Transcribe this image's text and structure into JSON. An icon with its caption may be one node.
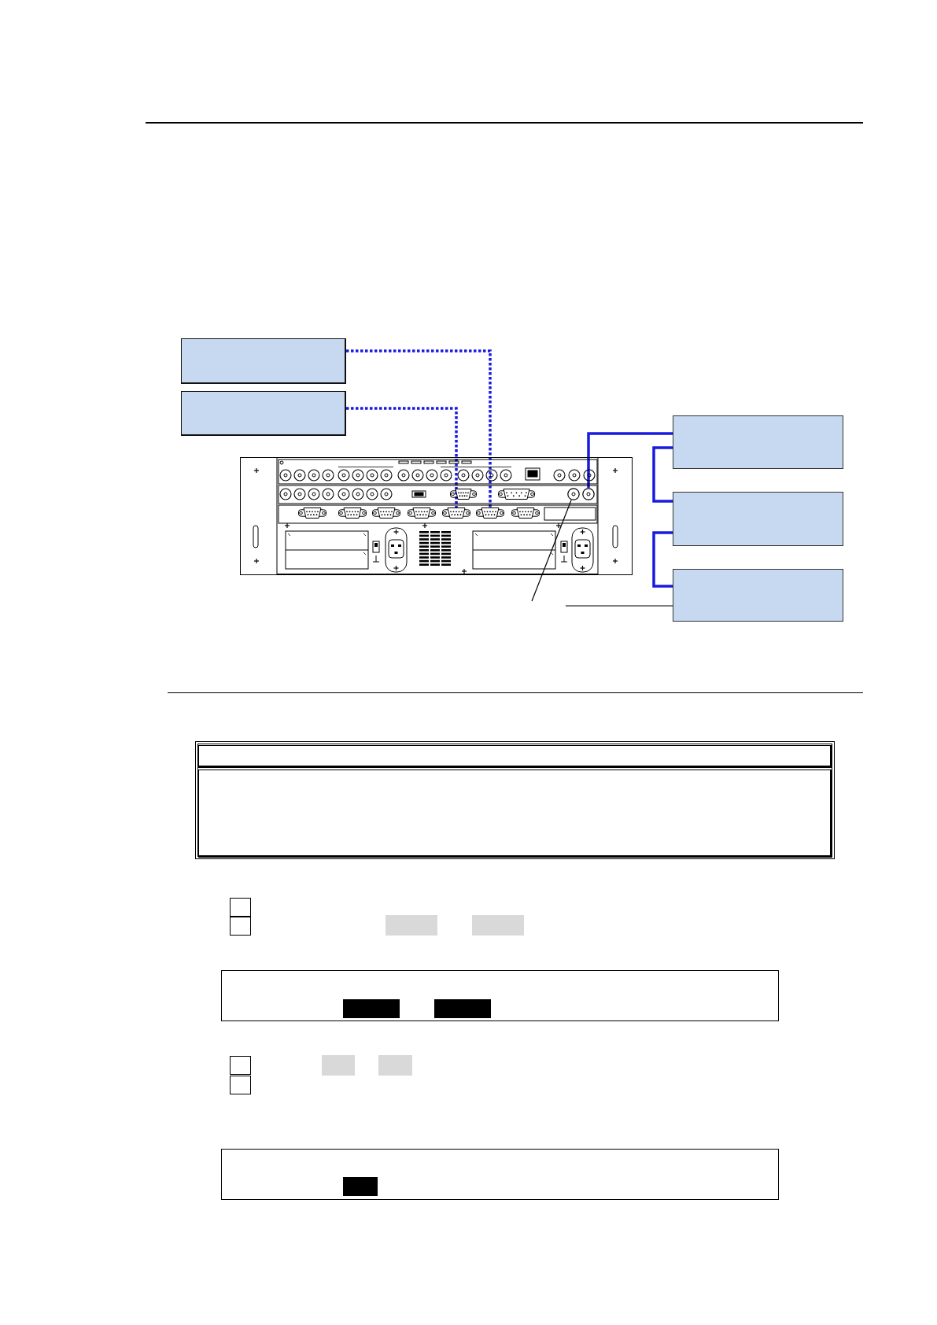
{
  "diagram": {
    "nodes": [
      {
        "text": [],
        "shape": "box"
      },
      {
        "text": [],
        "shape": "box"
      },
      {
        "text": [],
        "shape": "box"
      },
      {
        "text": [],
        "shape": "picture"
      },
      {
        "text": [],
        "shape": "picture",
        "in": 3
      },
      {
        "text": [],
        "shape": "picture",
        "in": 3
      },
      {
        "text": [],
        "shape": "circle",
        "in": 3
      },
      {
        "text": [],
        "shape": "circle",
        "in": 3
      },
      {
        "text": [],
        "shape": "box"
      },
      {
        "text": [],
        "shape": "box"
      },
      {
        "text": [],
        "shape": "box"
      },
      {
        "text": [],
        "shape": "box",
        "in": 10
      },
      {
        "text": [],
        "shape": "box",
        "in": 10
      },
      {
        "text": [],
        "shape": "box"
      },
      {
        "text": [],
        "shape": "box"
      },
      {
        "text": [],
        "shape": "bar"
      },
      {
        "text": [],
        "shape": "bar"
      },
      {
        "text": [],
        "shape": "box"
      },
      {
        "text": [],
        "shape": "bar",
        "in": 17
      },
      {
        "text": [],
        "shape": "bar",
        "in": 17
      },
      {
        "text": [],
        "shape": "box"
      },
      {
        "text": [],
        "shape": "bar"
      },
      {
        "text": [],
        "shape": "bar"
      },
      {
        "text": [],
        "shape": "box"
      },
      {
        "text": [],
        "shape": "box"
      },
      {
        "text": [],
        "shape": "bar",
        "in": 24
      }
    ],
    "edges": [
      {
        "from": 0,
        "to": 5,
        "arrow": "none",
        "style": "dashed"
      },
      {
        "from": 1,
        "to": 4,
        "arrow": "none",
        "style": "dashed"
      },
      {
        "from": 2,
        "to": 7,
        "arrow": "none"
      },
      {
        "from": 2,
        "to": 8,
        "arrow": "none"
      },
      {
        "from": 8,
        "to": 9,
        "arrow": "none"
      },
      {
        "from": null,
        "to": 6,
        "arrow": "none",
        "color": "#000000"
      },
      {
        "from": 9,
        "to": null,
        "arrow": "none",
        "color": "#000000"
      }
    ]
  }
}
